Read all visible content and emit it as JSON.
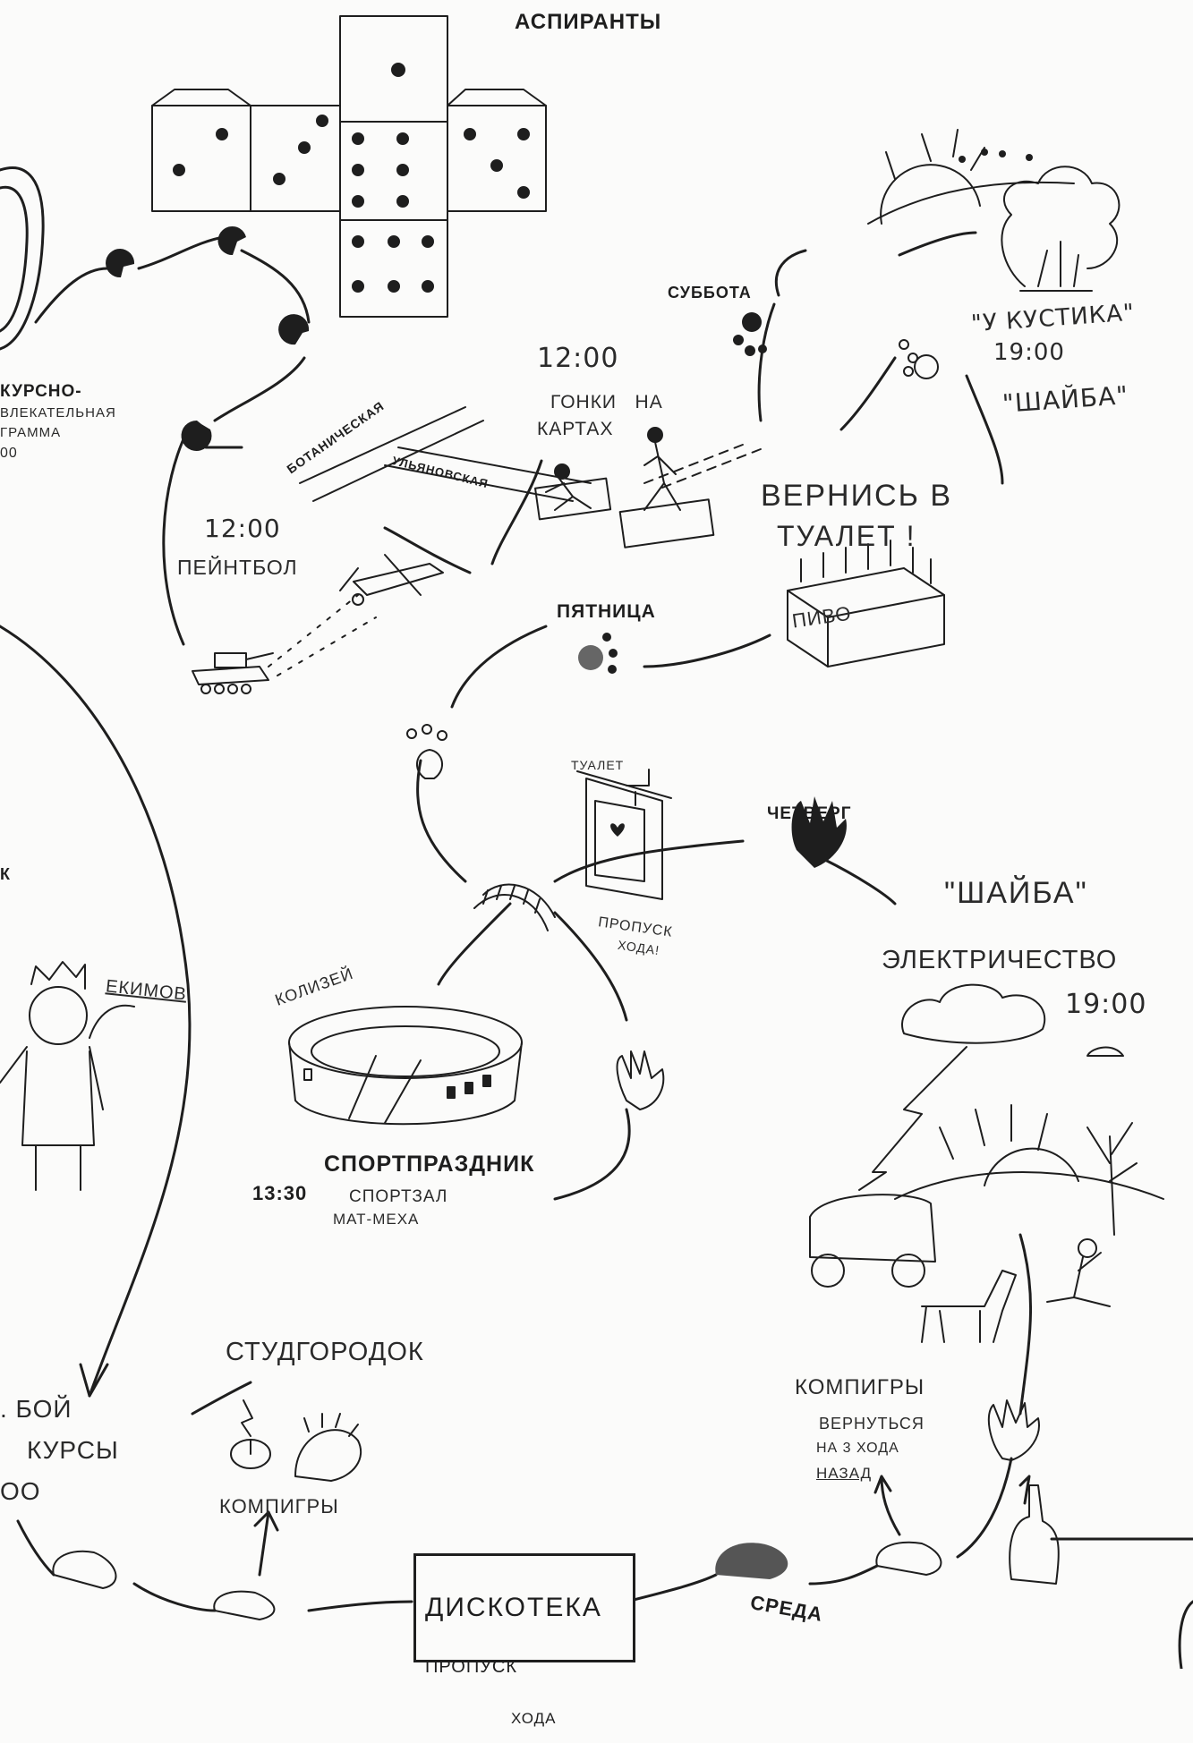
{
  "labels": {
    "aspiranty": "АСПИРАНТЫ",
    "kursno_1": "КУРСНО-",
    "kursno_2": "ВЛЕКАТЕЛЬНАЯ",
    "kursno_3": "ГРАММА",
    "kursno_4": "00",
    "subbota": "СУББОТА",
    "u_kustika": "\"У КУСТИКА\"",
    "time_1900_a": "19:00",
    "shaiba_a": "\"ШАЙБА\"",
    "time_1200_a": "12:00",
    "gonki_1": "ГОНКИ   НА",
    "gonki_2": "КАРТАХ",
    "botanicheskaya": "БОТАНИЧЕСКАЯ",
    "ulyanovskaya": "УЛЬЯНОВСКАЯ",
    "time_1200_b": "12:00",
    "peintbol": "ПЕЙНТБОЛ",
    "vernis_1": "ВЕРНИСЬ В",
    "vernis_2": "ТУАЛЕТ !",
    "pivo": "ПИВО",
    "pyatnitsa": "ПЯТНИЦА",
    "tualet_tag": "ТУАЛЕТ",
    "chetverg": "ЧЕТВЕРГ",
    "propusk_hoda_1": "ПРОПУСК",
    "propusk_hoda_2": "ХОДА!",
    "shaiba_b": "\"ШАЙБА\"",
    "elektrichestvo": "ЭЛЕКТРИЧЕСТВО",
    "time_1900_b": "19:00",
    "k_letter": "К",
    "ekimov": "ЕКИМОВ",
    "kolizei": "КОЛИЗЕЙ",
    "sportprazdnik": "СПОРТПРАЗДНИК",
    "time_1330": "13:30",
    "sportzal": "СПОРТЗАЛ",
    "mat_meha": "МАТ-МЕХА",
    "boi_1": ". БОЙ",
    "boi_2": "КУРСЫ",
    "boi_3": "ОО",
    "studgorodok": "СТУДГОРОДОК",
    "kompigry_a": "КОМПИГРЫ",
    "diskoteka": "ДИСКОТЕКА",
    "diskoteka_propusk": "ПРОПУСК",
    "diskoteka_hoda": "ХОДА",
    "sreda": "СРЕДА",
    "kompigry_b": "КОМПИГРЫ",
    "vernutsya_1": "ВЕРНУТЬСЯ",
    "vernutsya_2": "НА 3 ХОДА",
    "vernutsya_3": "НАЗАД"
  },
  "icons": [
    "dice-net-icon",
    "pacman-icon",
    "sun-icon",
    "bush-icon",
    "paw-icon",
    "tank-icon",
    "plane-icon",
    "beer-crate-icon",
    "outhouse-icon",
    "hand-icon",
    "bridge-icon",
    "colosseum-icon",
    "cloud-icon",
    "lightning-icon",
    "wagon-icon",
    "horse-icon",
    "tree-icon",
    "mouse-icon",
    "hedgehog-icon",
    "footprint-icon",
    "bottle-icon",
    "king-icon"
  ],
  "colors": {
    "ink": "#1e1e1e",
    "paper": "#fbfbfa"
  }
}
